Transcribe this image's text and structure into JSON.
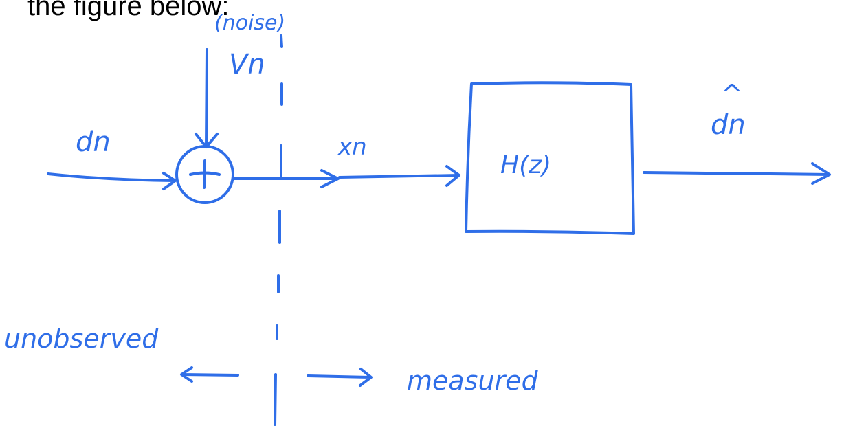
{
  "header_text": "the figure below:",
  "labels": {
    "noise": "(noise)",
    "vn": "Vn",
    "dn": "dn",
    "xn": "xn",
    "filter": "H(z)",
    "dn_hat": "dn",
    "dn_hat_mark": "^",
    "sum": "+",
    "unobserved": "unobserved",
    "measured": "measured"
  },
  "colors": {
    "ink": "#2f6ee8",
    "text": "#000000"
  }
}
